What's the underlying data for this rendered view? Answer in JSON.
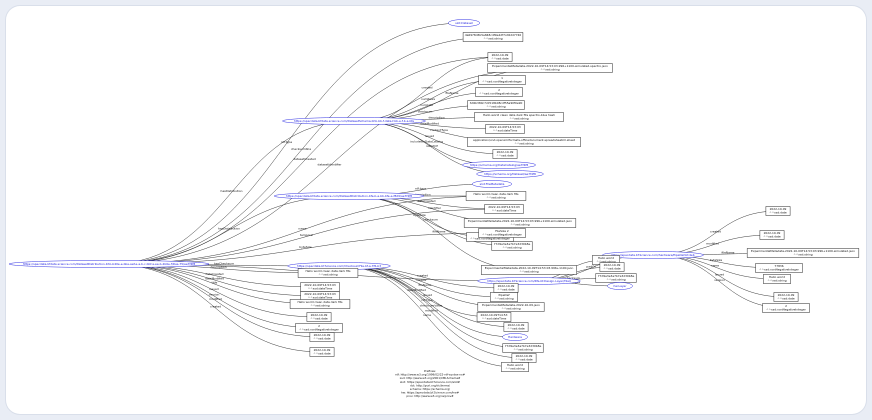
{
  "diagram": {
    "nodes": [
      {
        "id": "root",
        "kind": "uri",
        "lines": [
          "https://specdata.bfdata.science.com/DatasetDistribution-bf-b-b40e-e-bbe-aef-e-a-b-c-bbf-a-ee-b-2b6e-f/Des-75/ae7f4f8"
        ]
      },
      {
        "id": "ds",
        "kind": "uri",
        "lines": [
          "https://specdata.bfdata.science.com/DatasetSchema-bf-b-bb-f-data-f-bb-e-f-b-a-bfe"
        ]
      },
      {
        "id": "fsd",
        "kind": "uri",
        "lines": [
          "https://specdata.bfdata.science.com/DatasetDistribution-bfe-b-a-bb-bfe-e-f8d9/ae7f4f8"
        ]
      },
      {
        "id": "cs",
        "kind": "uri",
        "lines": [
          "https://specdata.bf.Science.com/ChecksumFile-bf-a-7f6-b3"
        ]
      },
      {
        "id": "pi",
        "kind": "uri",
        "lines": [
          "https://specdata.bf.Science.com/Rfe-bf-Design-Layer/f4a4"
        ]
      },
      {
        "id": "hw",
        "kind": "uri",
        "lines": [
          "https://specdata.bf.Science.com/hardware/PipeDef-bf-4eb"
        ]
      },
      {
        "id": "n_slot",
        "kind": "uri",
        "lines": [
          "slot:Dataset"
        ]
      },
      {
        "id": "n_md5",
        "kind": "box",
        "lines": [
          "da6978d3b5a848c4f9e42f7cd6dd7740",
          "^^xsd:string"
        ]
      },
      {
        "id": "n_d1",
        "kind": "box",
        "lines": [
          "2022-10-09",
          "^^xsd:date"
        ]
      },
      {
        "id": "n_fn1",
        "kind": "box",
        "lines": [
          "ExperimentalMetadata-2022-10-09T14:53:03.996+1100-simulated-spectro.json",
          "^^xsd:string"
        ]
      },
      {
        "id": "n_i1",
        "kind": "box",
        "lines": [
          "1",
          "^^xsd:nonNegativeInteger"
        ]
      },
      {
        "id": "n_i2",
        "kind": "box",
        "lines": [
          "2",
          "^^xsd:nonNegativeInteger"
        ]
      },
      {
        "id": "n_hex1",
        "kind": "box",
        "lines": [
          "3d6b380c7c0518b08cdf55a90f0e90",
          "^^xsd:string"
        ]
      },
      {
        "id": "n_desc1",
        "kind": "box",
        "lines": [
          "Hello world clean data dark fits spectro-blue hash",
          "^^xsd:string"
        ]
      },
      {
        "id": "n_dt1",
        "kind": "box",
        "lines": [
          "2022-10-09T14:53:03",
          "^^xsd:dateTime"
        ]
      },
      {
        "id": "n_ct",
        "kind": "box",
        "lines": [
          "application/vnd.openxmlformats-officedocument.spreadsheetml.sheet",
          "^^xsd:string"
        ]
      },
      {
        "id": "n_d2",
        "kind": "box",
        "lines": [
          "2022-10-09",
          "^^xsd:date"
        ]
      },
      {
        "id": "n_u1",
        "kind": "uri",
        "lines": [
          "https://schema.org/DataCatalog/ae7f4f8"
        ]
      },
      {
        "id": "n_u2",
        "kind": "uri",
        "lines": [
          "https://schema.org/Dataset/ae7f4f8"
        ]
      },
      {
        "id": "n_fm",
        "kind": "uri",
        "lines": [
          "slot:FileMetadata"
        ]
      },
      {
        "id": "n_hello",
        "kind": "box",
        "lines": [
          "Hello world clean data dark fits",
          "^^xsd:string"
        ]
      },
      {
        "id": "n_dt2",
        "kind": "box",
        "lines": [
          "2022-10-09T14:53:03",
          "^^xsd:dateTime"
        ]
      },
      {
        "id": "n_fn2",
        "kind": "box",
        "lines": [
          "ExperimentalMetadata-2022-10-09T14:53:03.996+1100.json",
          "^^xsd:string"
        ]
      },
      {
        "id": "n_i3",
        "kind": "box",
        "lines": [
          "77836",
          "^^xsd:nonNegativeInteger"
        ]
      },
      {
        "id": "n_hex2",
        "kind": "box",
        "lines": [
          "77d9e3e3a7b7e3d39b8e",
          "^^xsd:string"
        ]
      },
      {
        "id": "n_fn3",
        "kind": "box",
        "lines": [
          "ExperimentalMetadata-2022-10-09T14:53:03.996+1100-simulated.json",
          "^^xsd:string"
        ]
      },
      {
        "id": "n_fs",
        "kind": "box",
        "lines": [
          "FileSize 2",
          "^^xsd:nonNegativeInteger"
        ]
      },
      {
        "id": "n_pair1",
        "kind": "box",
        "lines": [
          "2022-10-09",
          "^^xsd:date"
        ]
      },
      {
        "id": "n_str",
        "kind": "box",
        "lines": [
          "2022-10-09",
          "^^xsd:date"
        ]
      },
      {
        "id": "n_h1",
        "kind": "box",
        "lines": [
          "Hello world clean data dark fits",
          "^^xsd:string"
        ]
      },
      {
        "id": "n_h2",
        "kind": "box",
        "lines": [
          "2022-10-09T14:53:03",
          "^^xsd:dateTime"
        ]
      },
      {
        "id": "n_h3",
        "kind": "box",
        "lines": [
          "2022-10-09T14:53:03",
          "^^xsd:dateTime"
        ]
      },
      {
        "id": "n_h4",
        "kind": "box",
        "lines": [
          "Hello world clean data dark fits",
          "^^xsd:string"
        ]
      },
      {
        "id": "n_h5",
        "kind": "box",
        "lines": [
          "2022-10-09",
          "^^xsd:date"
        ]
      },
      {
        "id": "n_h6",
        "kind": "box",
        "lines": [
          "2",
          "^^xsd:nonNegativeInteger"
        ]
      },
      {
        "id": "n_cs1",
        "kind": "box",
        "lines": [
          "2022-10-09",
          "^^xsd:date"
        ]
      },
      {
        "id": "n_cs2",
        "kind": "box",
        "lines": [
          "PipeDef",
          "^^xsd:string"
        ]
      },
      {
        "id": "n_cs3",
        "kind": "box",
        "lines": [
          "ExperimentalMetadata-2022-10-09.json",
          "^^xsd:string"
        ]
      },
      {
        "id": "n_cs4",
        "kind": "box",
        "lines": [
          "2022-10-09T14:53",
          "^^xsd:dateTime"
        ]
      },
      {
        "id": "n_cs5",
        "kind": "box",
        "lines": [
          "2022-10-09",
          "^^xsd:date"
        ]
      },
      {
        "id": "n_cs6",
        "kind": "uri",
        "lines": [
          "Hardware"
        ]
      },
      {
        "id": "n_cs7",
        "kind": "box",
        "lines": [
          "77d9e3e3a7b7e3d39b8e",
          "^^xsd:string"
        ]
      },
      {
        "id": "n_cs8",
        "kind": "box",
        "lines": [
          "2022-10-09",
          "^^xsd:date"
        ]
      },
      {
        "id": "n_cs9",
        "kind": "box",
        "lines": [
          "Hello world",
          "^^xsd:string"
        ]
      },
      {
        "id": "n_pi1",
        "kind": "box",
        "lines": [
          "Hello world",
          "^^xsd:string"
        ]
      },
      {
        "id": "n_pi2",
        "kind": "box",
        "lines": [
          "2022-10-09",
          "^^xsd:date"
        ]
      },
      {
        "id": "n_pi3",
        "kind": "box",
        "lines": [
          "77d9e3e3a7b7e3d39b8e",
          "^^xsd:string"
        ]
      },
      {
        "id": "n_pi4",
        "kind": "uri",
        "lines": [
          "hw:Layer"
        ]
      },
      {
        "id": "n_hw1",
        "kind": "box",
        "lines": [
          "2022-10-09",
          "^^xsd:date"
        ]
      },
      {
        "id": "n_hw2",
        "kind": "box",
        "lines": [
          "ExperimentalMetadata-2022-10-09T14:53:03.996+1100-simulated.json",
          "^^xsd:string"
        ]
      },
      {
        "id": "n_hw3",
        "kind": "box",
        "lines": [
          "2022-10-09",
          "^^xsd:date"
        ]
      },
      {
        "id": "n_hw4",
        "kind": "box",
        "lines": [
          "77836",
          "^^xsd:nonNegativeInteger"
        ]
      },
      {
        "id": "n_hw5",
        "kind": "box",
        "lines": [
          "Hello world",
          "^^xsd:string"
        ]
      },
      {
        "id": "n_hw6",
        "kind": "box",
        "lines": [
          "2022-10-09",
          "^^xsd:date"
        ]
      },
      {
        "id": "n_hw7",
        "kind": "box",
        "lines": [
          "2",
          "^^xsd:nonNegativeInteger"
        ]
      }
    ],
    "edges": [
      {
        "from": "root",
        "to": "n_slot",
        "label": "rdf:type"
      },
      {
        "from": "root",
        "to": "n_md5",
        "label": "checksumSha"
      },
      {
        "from": "root",
        "to": "n_d1",
        "label": "datasetCreated"
      },
      {
        "from": "root",
        "to": "n_fn1",
        "label": "datasetIdentifier"
      },
      {
        "from": "root",
        "to": "ds",
        "label": "hasDistribution"
      },
      {
        "from": "root",
        "to": "fsd",
        "label": "hasDistribution"
      },
      {
        "from": "root",
        "to": "cs",
        "label": "hasChecksum"
      },
      {
        "from": "root",
        "to": "pi",
        "label": "hasPart"
      },
      {
        "from": "root",
        "to": "n_h1",
        "label": "description"
      },
      {
        "from": "root",
        "to": "n_h2",
        "label": "dateCreated"
      },
      {
        "from": "root",
        "to": "n_h3",
        "label": "dateModified"
      },
      {
        "from": "root",
        "to": "n_h4",
        "label": "title"
      },
      {
        "from": "root",
        "to": "n_h5",
        "label": "issued"
      },
      {
        "from": "root",
        "to": "n_h6",
        "label": "version"
      },
      {
        "from": "root",
        "to": "n_hello",
        "label": "name"
      },
      {
        "from": "root",
        "to": "n_dt2",
        "label": "temporal"
      },
      {
        "from": "root",
        "to": "n_pair1",
        "label": "modified"
      },
      {
        "from": "root",
        "to": "n_str",
        "label": "created"
      },
      {
        "from": "root",
        "to": "n_fs",
        "label": "byteSize"
      },
      {
        "from": "ds",
        "to": "n_d1",
        "label": "created"
      },
      {
        "from": "ds",
        "to": "n_fn1",
        "label": "fileName"
      },
      {
        "from": "ds",
        "to": "n_i1",
        "label": "numRows"
      },
      {
        "from": "ds",
        "to": "n_i2",
        "label": "numCols"
      },
      {
        "from": "ds",
        "to": "n_hex1",
        "label": "checksum"
      },
      {
        "from": "ds",
        "to": "n_desc1",
        "label": "description"
      },
      {
        "from": "ds",
        "to": "n_dt1",
        "label": "dateModified"
      },
      {
        "from": "ds",
        "to": "n_ct",
        "label": "contentType"
      },
      {
        "from": "ds",
        "to": "n_d2",
        "label": "issued"
      },
      {
        "from": "ds",
        "to": "n_u1",
        "label": "includedInDataCatalog"
      },
      {
        "from": "ds",
        "to": "n_u2",
        "label": "isPartOf"
      },
      {
        "from": "fsd",
        "to": "n_fm",
        "label": "rdf:type"
      },
      {
        "from": "fsd",
        "to": "n_hello",
        "label": "description"
      },
      {
        "from": "fsd",
        "to": "n_dt2",
        "label": "dateCreated"
      },
      {
        "from": "fsd",
        "to": "n_fn2",
        "label": "fileName"
      },
      {
        "from": "fsd",
        "to": "n_i3",
        "label": "byteSize"
      },
      {
        "from": "fsd",
        "to": "n_hex2",
        "label": "checksum"
      },
      {
        "from": "fsd",
        "to": "n_fn3",
        "label": "identifier"
      },
      {
        "from": "cs",
        "to": "n_cs1",
        "label": "created"
      },
      {
        "from": "cs",
        "to": "n_cs2",
        "label": "creator"
      },
      {
        "from": "cs",
        "to": "n_cs3",
        "label": "fileName"
      },
      {
        "from": "cs",
        "to": "n_cs4",
        "label": "dateModified"
      },
      {
        "from": "cs",
        "to": "n_cs5",
        "label": "issued"
      },
      {
        "from": "cs",
        "to": "n_cs6",
        "label": "rdf:type"
      },
      {
        "from": "cs",
        "to": "n_cs7",
        "label": "checksumValue"
      },
      {
        "from": "cs",
        "to": "n_cs8",
        "label": "modified"
      },
      {
        "from": "cs",
        "to": "n_cs9",
        "label": "name"
      },
      {
        "from": "pi",
        "to": "n_pi1",
        "label": "description"
      },
      {
        "from": "pi",
        "to": "n_pi2",
        "label": "created"
      },
      {
        "from": "pi",
        "to": "n_pi3",
        "label": "checksum"
      },
      {
        "from": "pi",
        "to": "n_pi4",
        "label": "rdf:type"
      },
      {
        "from": "pi",
        "to": "hw",
        "label": "partOf"
      },
      {
        "from": "hw",
        "to": "n_hw1",
        "label": "created"
      },
      {
        "from": "hw",
        "to": "n_hw2",
        "label": "fileName"
      },
      {
        "from": "hw",
        "to": "n_hw3",
        "label": "modified"
      },
      {
        "from": "hw",
        "to": "n_hw4",
        "label": "byteSize"
      },
      {
        "from": "hw",
        "to": "n_hw5",
        "label": "name"
      },
      {
        "from": "hw",
        "to": "n_hw6",
        "label": "issued"
      },
      {
        "from": "hw",
        "to": "n_hw7",
        "label": "version"
      }
    ],
    "footer_lines": [
      "Prefixes:",
      "rdf: http://www.w3.org/1999/02/22-rdf-syntax-ns#",
      "xsd: http://www.w3.org/2001/XMLSchema#",
      "slot: https://specdata.bf.Science.com/slot#",
      "dct: http://purl.org/dc/terms/",
      "schema: https://schema.org/",
      "hw: https://specdata.bf.Science.com/hw#",
      "prov: http://www.w3.org/ns/prov#"
    ]
  }
}
